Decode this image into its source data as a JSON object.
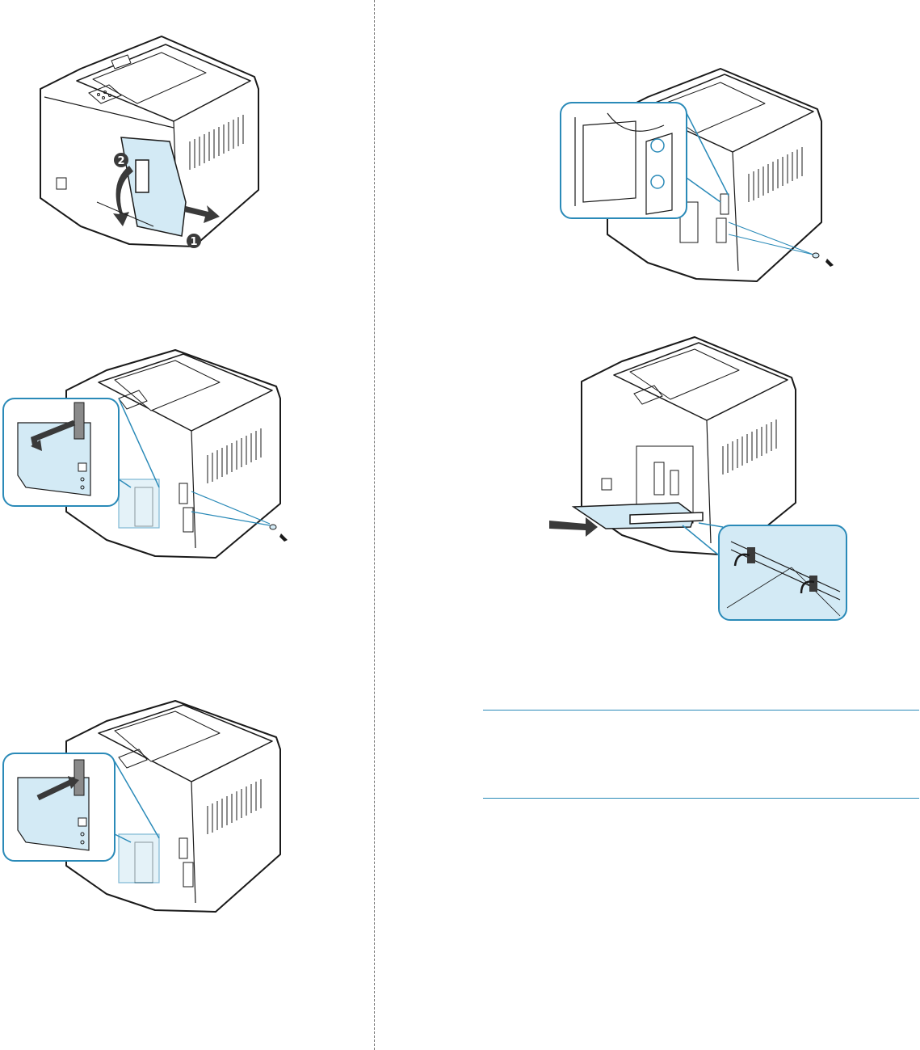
{
  "page": {
    "background": "#ffffff",
    "divider_color": "#7a7a7a",
    "note_rule_color": "#2a8ab8"
  },
  "figures": [
    {
      "name": "figure-remove-control-board-cover",
      "callouts": [
        "2",
        "1"
      ],
      "icons": [
        "arrow-pull-icon",
        "arrow-rotate-icon"
      ]
    },
    {
      "name": "figure-control-board-screw-detail",
      "icons": [
        "screw-icon",
        "screwdriver-icon",
        "magnifier-callout-icon"
      ]
    },
    {
      "name": "figure-remove-network-card",
      "icons": [
        "network-card-icon",
        "screw-icon",
        "screwdriver-icon"
      ]
    },
    {
      "name": "figure-pull-out-control-board",
      "icons": [
        "tab-release-icon",
        "arrow-pull-icon"
      ]
    },
    {
      "name": "figure-insert-network-card",
      "icons": [
        "network-card-icon",
        "arrow-push-icon"
      ]
    }
  ],
  "colors": {
    "line": "#1a1a1a",
    "highlight_fill": "#d3eaf5",
    "highlight_stroke": "#2a8ab8",
    "callout_fill": "#3a3a3a",
    "callout_text": "#ffffff",
    "arrow_fill": "#555555"
  }
}
